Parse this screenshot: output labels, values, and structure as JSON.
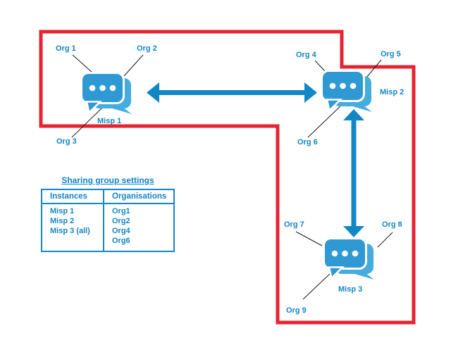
{
  "labels": {
    "org1": "Org 1",
    "org2": "Org 2",
    "org3": "Org 3",
    "org4": "Org 4",
    "org5": "Org 5",
    "org6": "Org 6",
    "org7": "Org 7",
    "org8": "Org 8",
    "org9": "Org 9",
    "misp1": "Misp 1",
    "misp2": "Misp 2",
    "misp3": "Misp 3"
  },
  "sharing_table": {
    "title": "Sharing group settings",
    "headers": [
      "Instances",
      "Organisations"
    ],
    "instances": [
      "Misp 1",
      "Misp 2",
      "Misp 3 (all)"
    ],
    "organisations": [
      "Org1",
      "Org2",
      "Org4",
      "Org6"
    ]
  },
  "icons": {
    "misp1": "chat-bubbles-icon",
    "misp2": "chat-bubbles-icon",
    "misp3": "chat-bubbles-icon"
  },
  "colors": {
    "label_blue": "#1286C6",
    "icon_blue": "#2F99D3",
    "icon_blue_light": "#45ACDE",
    "arrow_blue": "#1287C6",
    "boundary_red": "#E62430",
    "connector_black": "#1A1A1A"
  }
}
